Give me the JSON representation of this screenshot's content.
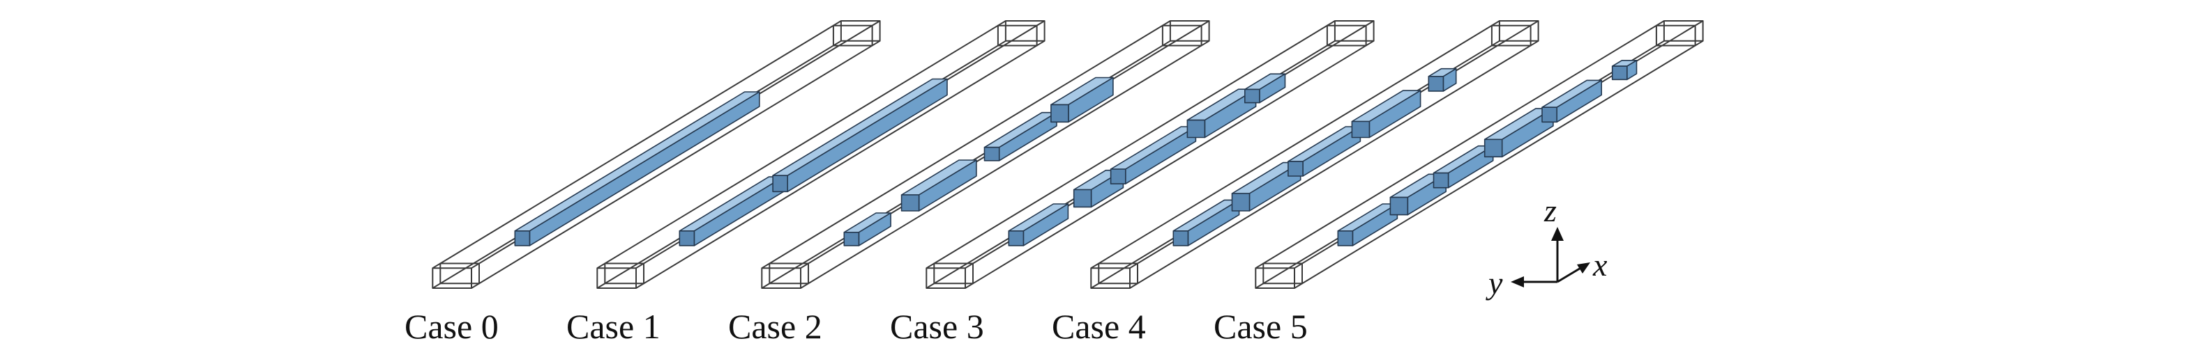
{
  "figure": {
    "cases": [
      {
        "label": "Case 0"
      },
      {
        "label": "Case 1"
      },
      {
        "label": "Case 2"
      },
      {
        "label": "Case 3"
      },
      {
        "label": "Case 4"
      },
      {
        "label": "Case 5"
      }
    ],
    "axes": {
      "x": "x",
      "y": "y",
      "z": "z"
    },
    "colors": {
      "obstacle_fill": "#6e9fca",
      "obstacle_top": "#a8c9e6",
      "wireframe": "#3a3a3a"
    }
  }
}
